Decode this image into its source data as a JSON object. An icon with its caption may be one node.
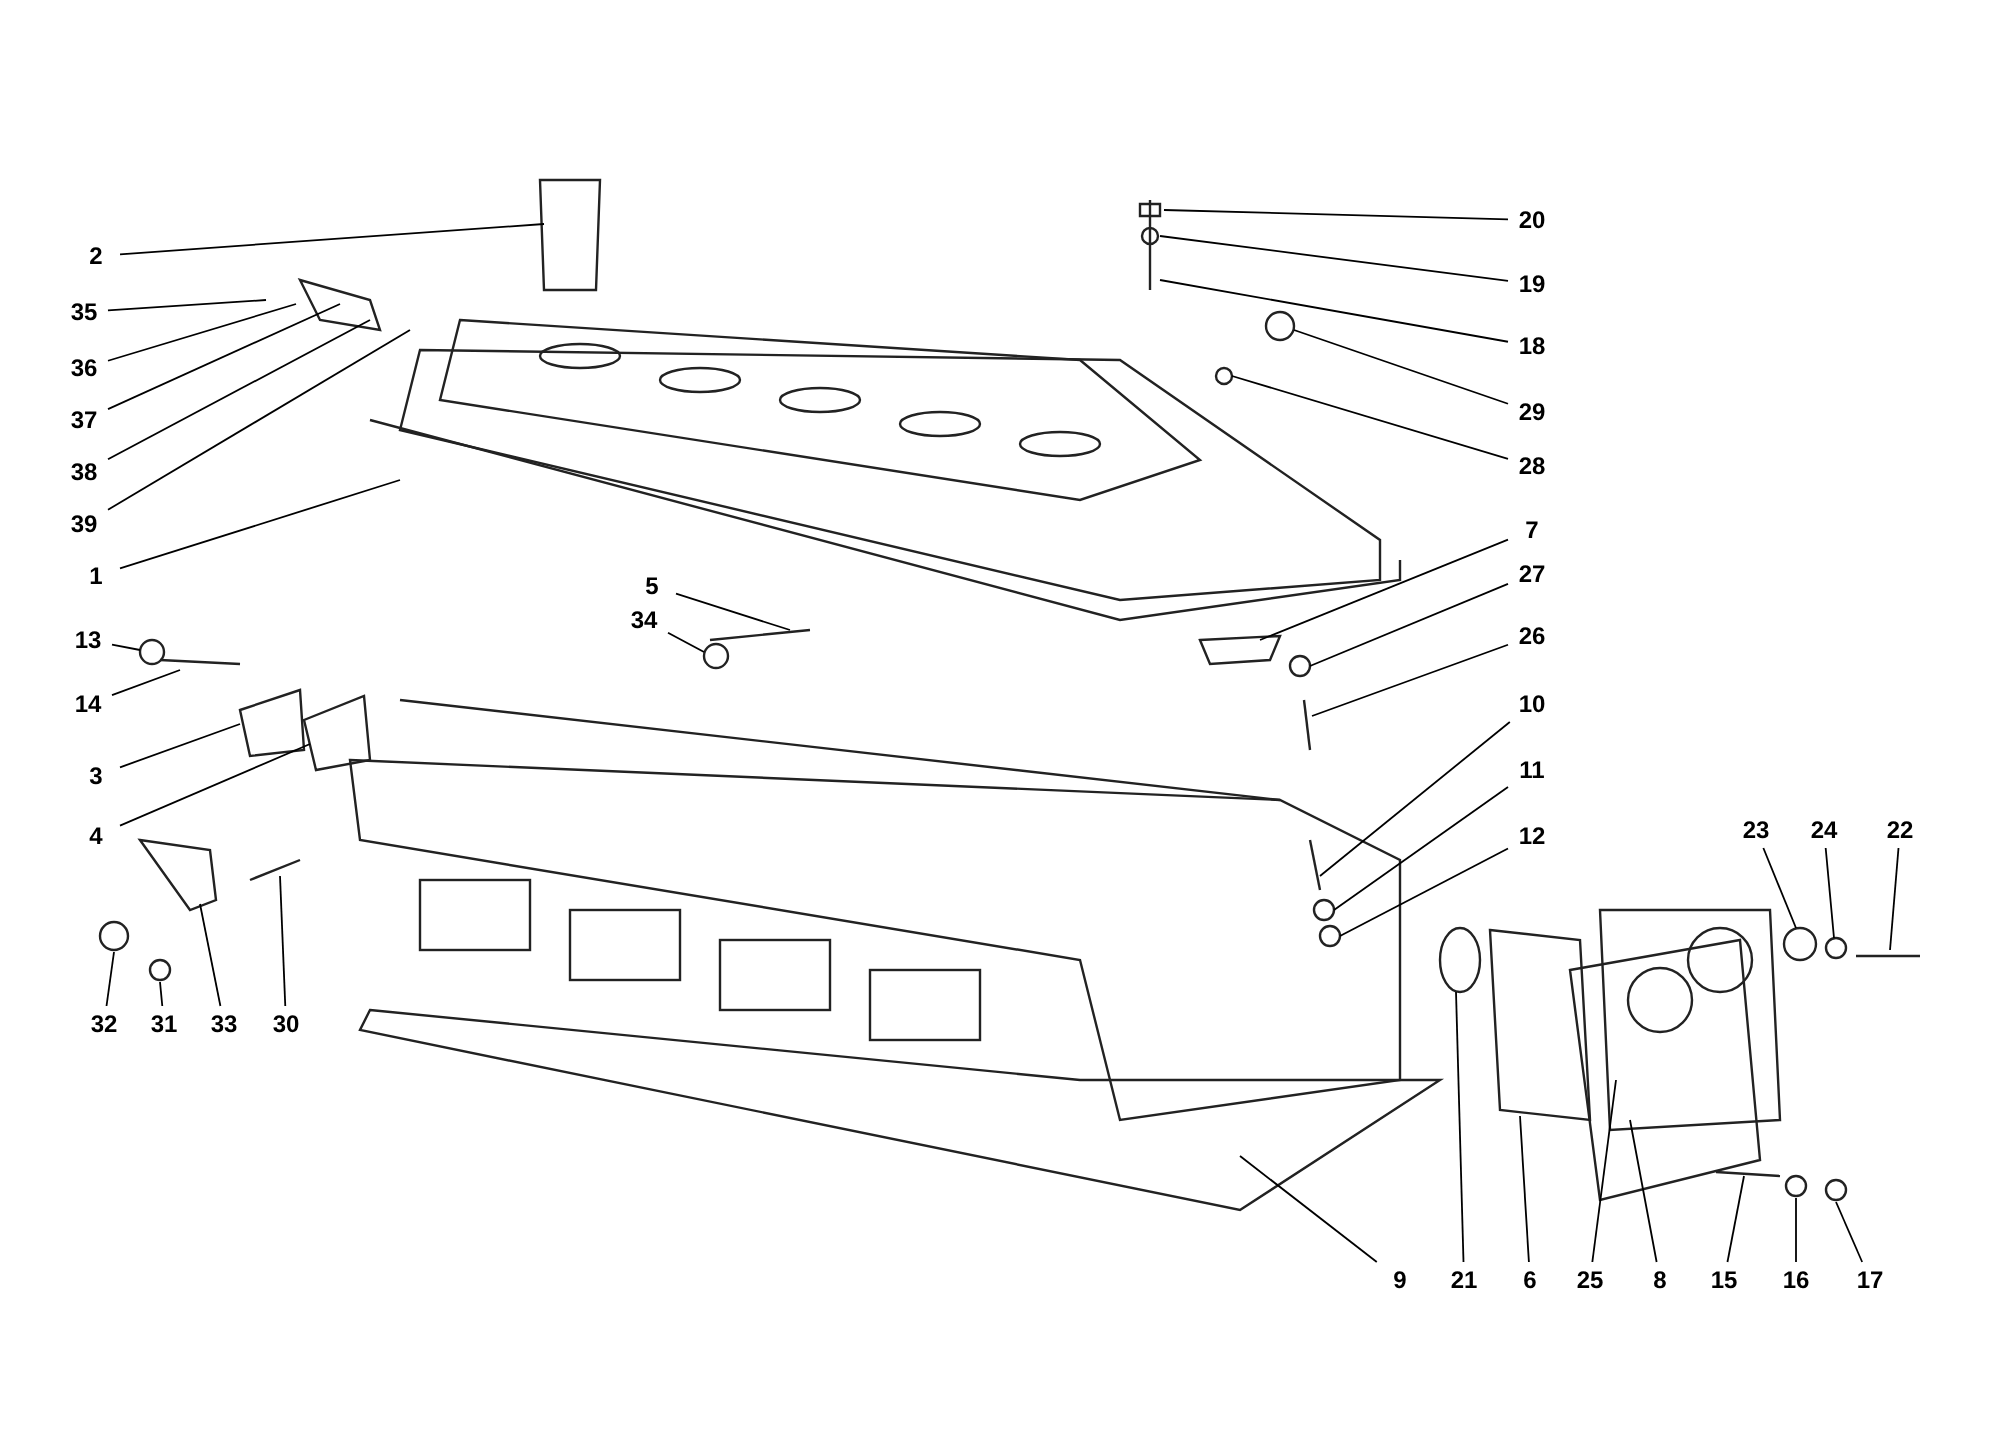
{
  "diagram": {
    "nodes": [
      {
        "text": [
          "2"
        ]
      },
      {
        "text": [
          "35"
        ]
      },
      {
        "text": [
          "36"
        ]
      },
      {
        "text": [
          "37"
        ]
      },
      {
        "text": [
          "38"
        ]
      },
      {
        "text": [
          "39"
        ]
      },
      {
        "text": [
          "1"
        ]
      },
      {
        "text": [
          "20"
        ]
      },
      {
        "text": [
          "19"
        ]
      },
      {
        "text": [
          "18"
        ]
      },
      {
        "text": [
          "29"
        ]
      },
      {
        "text": [
          "28"
        ]
      },
      {
        "text": [
          "7"
        ]
      },
      {
        "text": [
          "27"
        ]
      },
      {
        "text": [
          "26"
        ]
      },
      {
        "text": [
          "10"
        ]
      },
      {
        "text": [
          "11"
        ]
      },
      {
        "text": [
          "12"
        ]
      },
      {
        "text": [
          "5"
        ]
      },
      {
        "text": [
          "34"
        ]
      },
      {
        "text": [
          "13"
        ]
      },
      {
        "text": [
          "14"
        ]
      },
      {
        "text": [
          "3"
        ]
      },
      {
        "text": [
          "4"
        ]
      },
      {
        "text": [
          "23"
        ]
      },
      {
        "text": [
          "24"
        ]
      },
      {
        "text": [
          "22"
        ]
      },
      {
        "text": [
          "32"
        ]
      },
      {
        "text": [
          "31"
        ]
      },
      {
        "text": [
          "33"
        ]
      },
      {
        "text": [
          "30"
        ]
      },
      {
        "text": [
          "9"
        ]
      },
      {
        "text": [
          "21"
        ]
      },
      {
        "text": [
          "6"
        ]
      },
      {
        "text": [
          "25"
        ]
      },
      {
        "text": [
          "8"
        ]
      },
      {
        "text": [
          "15"
        ]
      },
      {
        "text": [
          "16"
        ]
      },
      {
        "text": [
          "17"
        ]
      }
    ],
    "edges": [
      {
        "from": 0,
        "to": null,
        "arrow": "none"
      },
      {
        "from": 1,
        "to": null,
        "arrow": "none"
      },
      {
        "from": 2,
        "to": null,
        "arrow": "none"
      },
      {
        "from": 3,
        "to": null,
        "arrow": "none"
      },
      {
        "from": 4,
        "to": null,
        "arrow": "none"
      },
      {
        "from": 5,
        "to": null,
        "arrow": "none"
      },
      {
        "from": 6,
        "to": null,
        "arrow": "none"
      },
      {
        "from": 7,
        "to": null,
        "arrow": "none"
      },
      {
        "from": 8,
        "to": null,
        "arrow": "none"
      },
      {
        "from": 9,
        "to": null,
        "arrow": "none"
      },
      {
        "from": 10,
        "to": null,
        "arrow": "none"
      },
      {
        "from": 11,
        "to": null,
        "arrow": "none"
      },
      {
        "from": 12,
        "to": null,
        "arrow": "none"
      },
      {
        "from": 13,
        "to": null,
        "arrow": "none"
      },
      {
        "from": 14,
        "to": null,
        "arrow": "none"
      },
      {
        "from": 15,
        "to": null,
        "arrow": "none"
      },
      {
        "from": 16,
        "to": null,
        "arrow": "none"
      },
      {
        "from": 17,
        "to": null,
        "arrow": "none"
      },
      {
        "from": 18,
        "to": null,
        "arrow": "none"
      },
      {
        "from": 19,
        "to": null,
        "arrow": "none"
      },
      {
        "from": 20,
        "to": null,
        "arrow": "none"
      },
      {
        "from": 21,
        "to": null,
        "arrow": "none"
      },
      {
        "from": 22,
        "to": null,
        "arrow": "none"
      },
      {
        "from": 23,
        "to": null,
        "arrow": "none"
      },
      {
        "from": 24,
        "to": null,
        "arrow": "none"
      },
      {
        "from": 25,
        "to": null,
        "arrow": "none"
      },
      {
        "from": 26,
        "to": null,
        "arrow": "none"
      },
      {
        "from": 27,
        "to": null,
        "arrow": "none"
      },
      {
        "from": 28,
        "to": null,
        "arrow": "none"
      },
      {
        "from": 29,
        "to": null,
        "arrow": "none"
      },
      {
        "from": 30,
        "to": null,
        "arrow": "none"
      },
      {
        "from": 31,
        "to": null,
        "arrow": "none"
      },
      {
        "from": 32,
        "to": null,
        "arrow": "none"
      },
      {
        "from": 33,
        "to": null,
        "arrow": "none"
      },
      {
        "from": 34,
        "to": null,
        "arrow": "none"
      },
      {
        "from": 35,
        "to": null,
        "arrow": "none"
      },
      {
        "from": 36,
        "to": null,
        "arrow": "none"
      },
      {
        "from": 37,
        "to": null,
        "arrow": "none"
      },
      {
        "from": 38,
        "to": null,
        "arrow": "none"
      }
    ]
  }
}
